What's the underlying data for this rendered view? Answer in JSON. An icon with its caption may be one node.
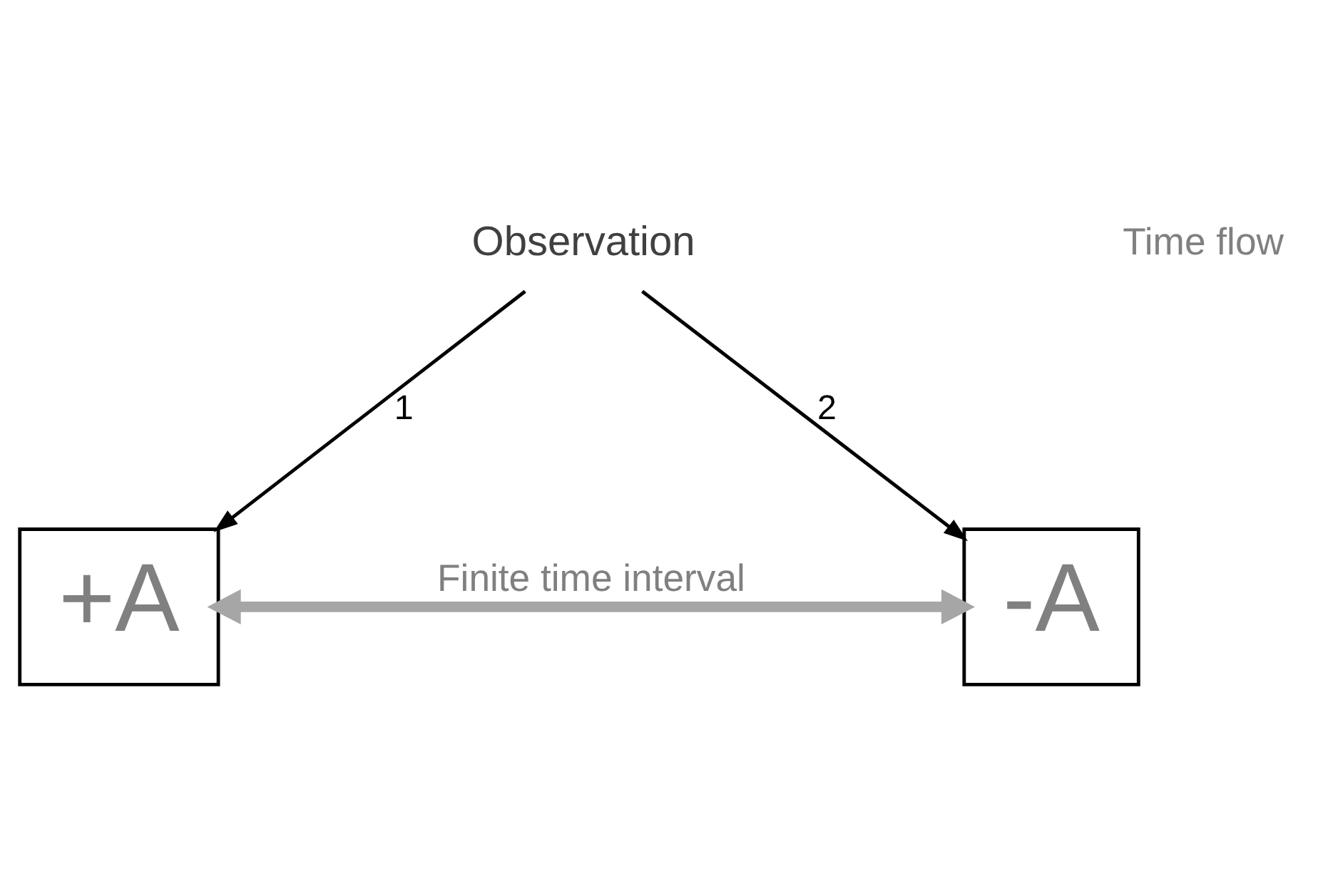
{
  "diagram": {
    "nodes": [
      {
        "text": [
          "+A"
        ]
      },
      {
        "text": [
          "-A"
        ]
      },
      {
        "text": [
          "Observation"
        ]
      }
    ],
    "edges": [
      {
        "from": 0,
        "to": 1,
        "arrow": "both",
        "label": "Finite time interval",
        "style": "thick",
        "color": "#a6a6a6"
      },
      {
        "from": 2,
        "to": 0,
        "arrow": "to",
        "label": "1"
      },
      {
        "from": 2,
        "to": 1,
        "arrow": "to",
        "label": "2"
      }
    ],
    "labels": [
      "Time flow"
    ]
  }
}
